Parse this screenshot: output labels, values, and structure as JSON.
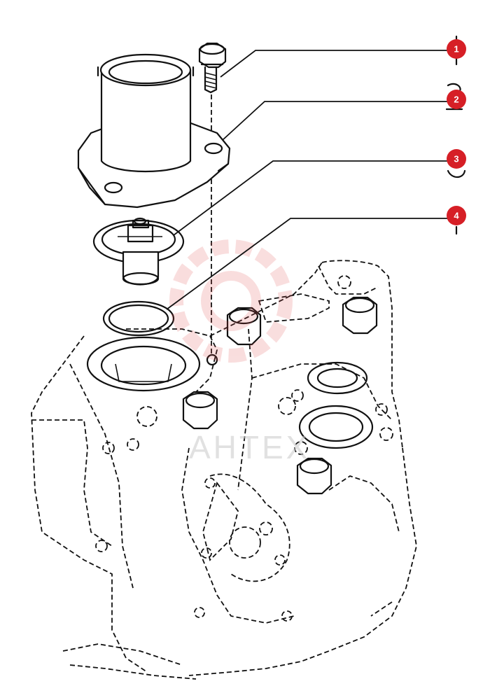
{
  "callouts": [
    {
      "number": "1"
    },
    {
      "number": "2"
    },
    {
      "number": "3"
    },
    {
      "number": "4"
    }
  ],
  "watermark": {
    "text": "АНТЕХ",
    "color": "#e04848"
  },
  "colors": {
    "callout_fill": "#d61f26",
    "line": "#111111",
    "background": "#ffffff"
  }
}
